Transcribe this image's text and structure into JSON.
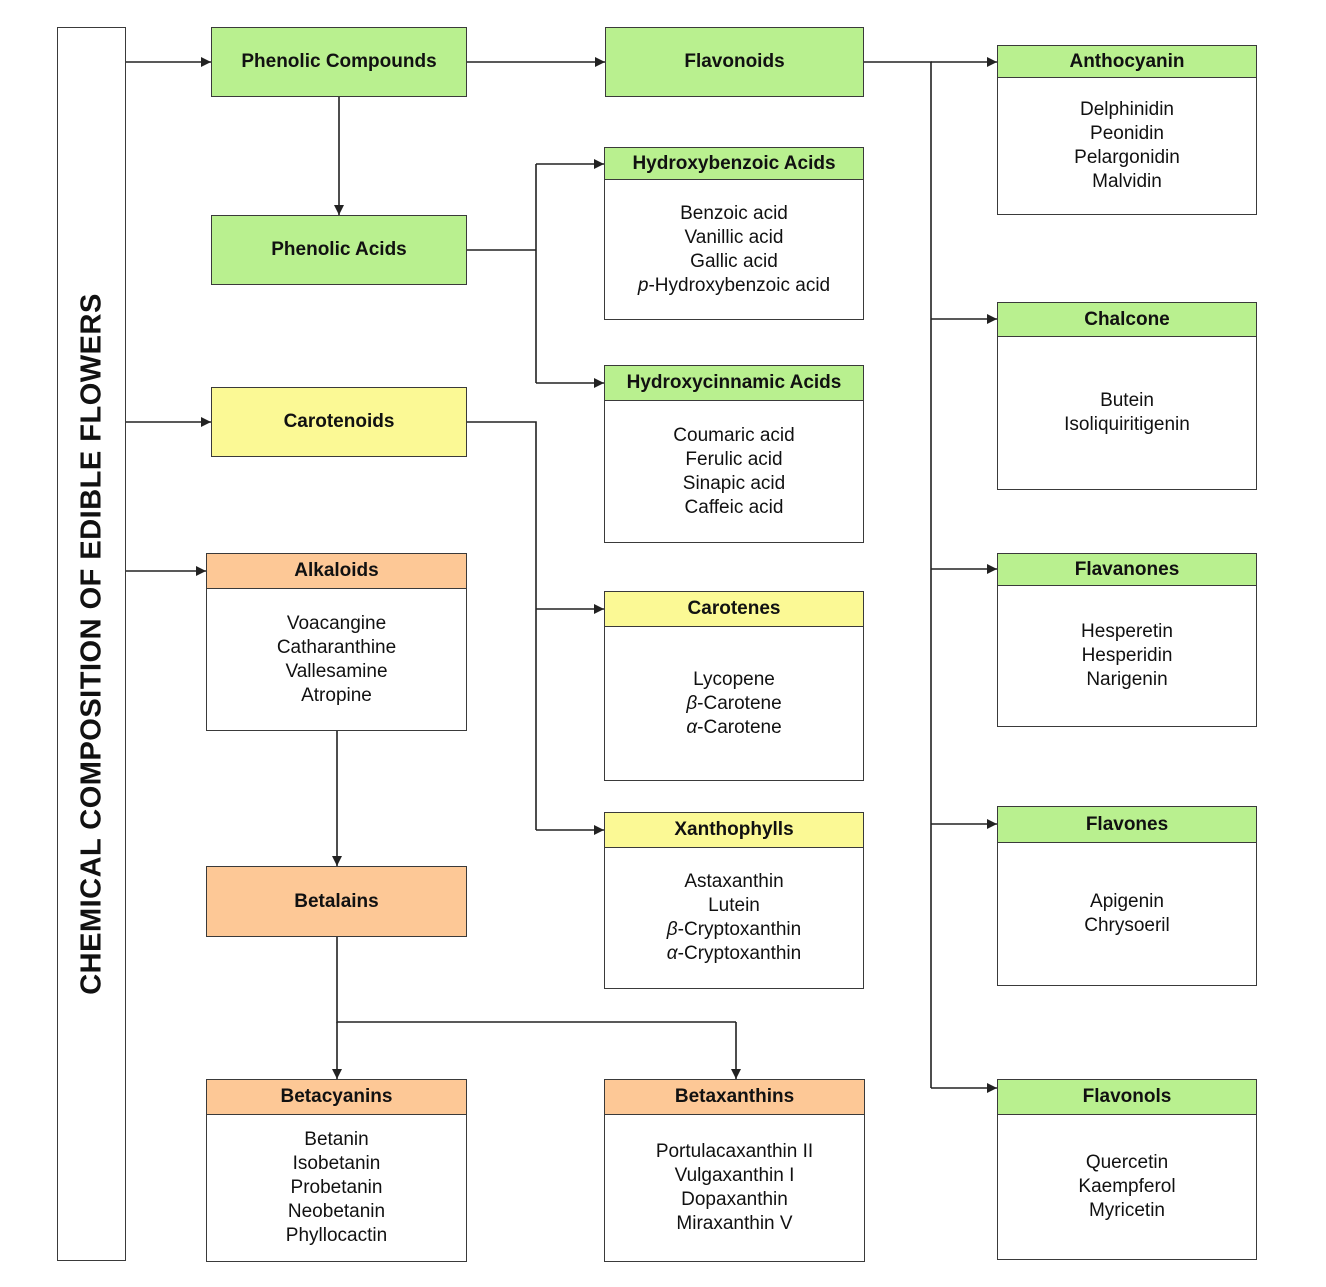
{
  "title": "CHEMICAL COMPOSITION OF EDIBLE FLOWERS",
  "colors": {
    "green": "#b9f08f",
    "yellow": "#fbf995",
    "orange": "#fdc896",
    "line": "#222222"
  },
  "nodes": {
    "phenolic_compounds": "Phenolic Compounds",
    "phenolic_acids": "Phenolic Acids",
    "flavonoids": "Flavonoids",
    "carotenoids": "Carotenoids",
    "betalains": "Betalains"
  },
  "cards": {
    "hydroxybenzoic": {
      "title": "Hydroxybenzoic Acids",
      "items": [
        {
          "text": "Benzoic acid"
        },
        {
          "text": "Vanillic acid"
        },
        {
          "text": "Gallic acid"
        },
        {
          "prefix": "p",
          "text": "-Hydroxybenzoic acid"
        }
      ]
    },
    "hydroxycinnamic": {
      "title": "Hydroxycinnamic Acids",
      "items": [
        {
          "text": "Coumaric acid"
        },
        {
          "text": "Ferulic acid"
        },
        {
          "text": "Sinapic acid"
        },
        {
          "text": "Caffeic acid"
        }
      ]
    },
    "carotenes": {
      "title": "Carotenes",
      "items": [
        {
          "text": "Lycopene"
        },
        {
          "prefix": "β",
          "text": "-Carotene"
        },
        {
          "prefix": "α",
          "text": "-Carotene"
        }
      ]
    },
    "xanthophylls": {
      "title": "Xanthophylls",
      "items": [
        {
          "text": "Astaxanthin"
        },
        {
          "text": "Lutein"
        },
        {
          "prefix": "β",
          "text": "-Cryptoxanthin"
        },
        {
          "prefix": "α",
          "text": "-Cryptoxanthin"
        }
      ]
    },
    "alkaloids": {
      "title": "Alkaloids",
      "items": [
        {
          "text": "Voacangine"
        },
        {
          "text": "Catharanthine"
        },
        {
          "text": "Vallesamine"
        },
        {
          "text": "Atropine"
        }
      ]
    },
    "betacyanins": {
      "title": "Betacyanins",
      "items": [
        {
          "text": "Betanin"
        },
        {
          "text": "Isobetanin"
        },
        {
          "text": "Probetanin"
        },
        {
          "text": "Neobetanin"
        },
        {
          "text": "Phyllocactin"
        }
      ]
    },
    "betaxanthins": {
      "title": "Betaxanthins",
      "items": [
        {
          "text": "Portulacaxanthin II"
        },
        {
          "text": "Vulgaxanthin I"
        },
        {
          "text": "Dopaxanthin"
        },
        {
          "text": "Miraxanthin V"
        }
      ]
    },
    "anthocyanin": {
      "title": "Anthocyanin",
      "items": [
        {
          "text": "Delphinidin"
        },
        {
          "text": "Peonidin"
        },
        {
          "text": "Pelargonidin"
        },
        {
          "text": "Malvidin"
        }
      ]
    },
    "chalcone": {
      "title": "Chalcone",
      "items": [
        {
          "text": "Butein"
        },
        {
          "text": "Isoliquiritigenin"
        }
      ]
    },
    "flavanones": {
      "title": "Flavanones",
      "items": [
        {
          "text": "Hesperetin"
        },
        {
          "text": "Hesperidin"
        },
        {
          "text": "Narigenin"
        }
      ]
    },
    "flavones": {
      "title": "Flavones",
      "items": [
        {
          "text": "Apigenin"
        },
        {
          "text": "Chrysoeril"
        }
      ]
    },
    "flavonols": {
      "title": "Flavonols",
      "items": [
        {
          "text": "Quercetin"
        },
        {
          "text": "Kaempferol"
        },
        {
          "text": "Myricetin"
        }
      ]
    }
  }
}
